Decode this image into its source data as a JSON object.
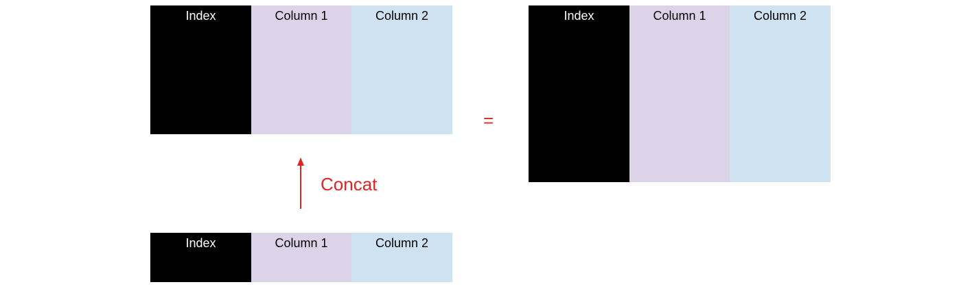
{
  "columns": {
    "index": "Index",
    "col1": "Column 1",
    "col2": "Column 2"
  },
  "operation": {
    "label": "Concat",
    "equals": "="
  },
  "colors": {
    "index_fill": "#000000",
    "column1_fill": "#dcd3e9",
    "column2_fill": "#cfe2f2",
    "accent": "#e02424"
  }
}
